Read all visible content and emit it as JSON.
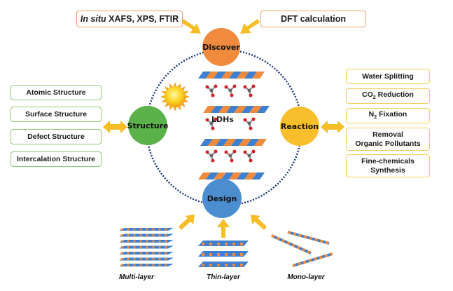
{
  "top_boxes": {
    "left": {
      "italic": "In situ",
      "text": " XAFS, XPS, FTIR"
    },
    "right": {
      "text": "DFT calculation"
    }
  },
  "nodes": {
    "discover": {
      "label": "Discover",
      "color": "#f08a3c"
    },
    "structure": {
      "label": "Structure",
      "color": "#5cb24a"
    },
    "reaction": {
      "label": "Reaction",
      "color": "#f8be2c"
    },
    "design": {
      "label": "Design",
      "color": "#4a8ed0"
    }
  },
  "center": {
    "label": "LDHs"
  },
  "structure_items": [
    "Atomic Structure",
    "Surface Structure",
    "Defect Structure",
    "Intercalation Structure"
  ],
  "reaction_items": [
    {
      "pre": "Water Splitting",
      "sub": "",
      "post": ""
    },
    {
      "pre": "CO",
      "sub": "2",
      "post": " Reduction"
    },
    {
      "pre": "N",
      "sub": "2",
      "post": " Fixation"
    },
    {
      "pre": "Removal\nOrganic Pollutants",
      "sub": "",
      "post": ""
    },
    {
      "pre": "Fine-chemicals\nSynthesis",
      "sub": "",
      "post": ""
    }
  ],
  "design_inputs": [
    "Multi-layer",
    "Thin-layer",
    "Mono-layer"
  ],
  "colors": {
    "arrow": "#f5bd26",
    "dotted_circle": "#1f3a7a",
    "sheet_blue": "#3d7fd0",
    "sheet_orange": "#f08a3c"
  }
}
